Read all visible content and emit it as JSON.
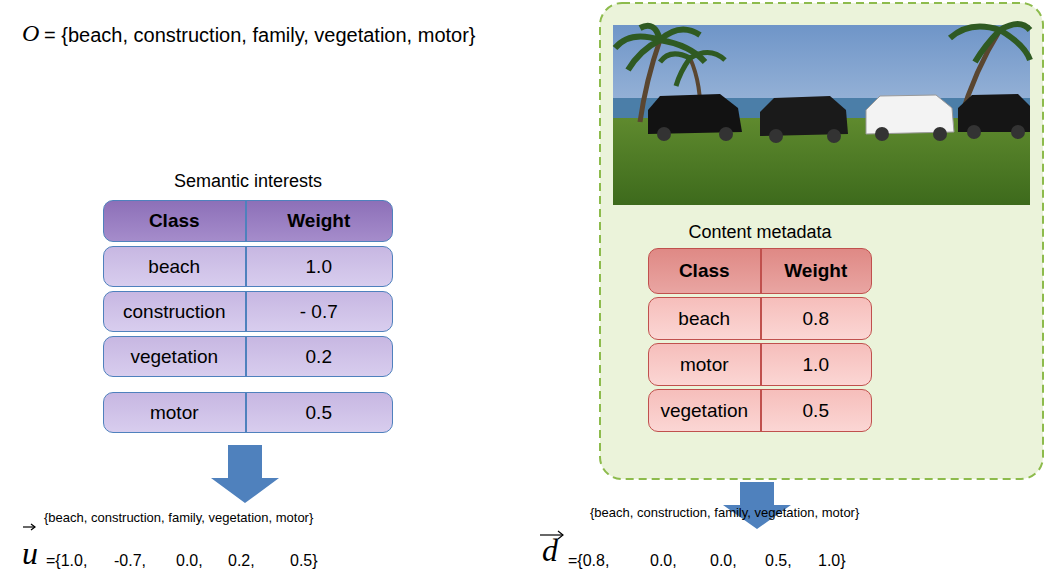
{
  "diagram": {
    "nodes": [
      {
        "text": [
          "Semantic interests"
        ]
      },
      {
        "text": [
          "Class",
          "Weight"
        ],
        "in": 0
      },
      {
        "text": [
          "beach",
          "1.0"
        ],
        "in": 0
      },
      {
        "text": [
          "construction",
          "- 0.7"
        ],
        "in": 0
      },
      {
        "text": [
          "vegetation",
          "0.2"
        ],
        "in": 0
      },
      {
        "text": [
          "motor",
          "0.5"
        ],
        "in": 0
      },
      {
        "text": [
          "Content metadata"
        ]
      },
      {
        "text": [
          "Class",
          "Weight"
        ],
        "in": 6
      },
      {
        "text": [
          "beach",
          "0.8"
        ],
        "in": 6
      },
      {
        "text": [
          "motor",
          "1.0"
        ],
        "in": 6
      },
      {
        "text": [
          "vegetation",
          "0.5"
        ],
        "in": 6
      }
    ],
    "labels": [
      "O",
      "= {beach, construction, family, vegetation, motor}",
      "{beach, construction, family, vegetation, motor}",
      "u",
      "={1.0,",
      "-0.7,",
      "0.0,",
      "0.2,",
      "0.5}",
      "{beach, construction, family, vegetation, motor}",
      "d",
      "={0.8,",
      "0.0,",
      "0.0,",
      "0.5,",
      "1.0}"
    ]
  }
}
